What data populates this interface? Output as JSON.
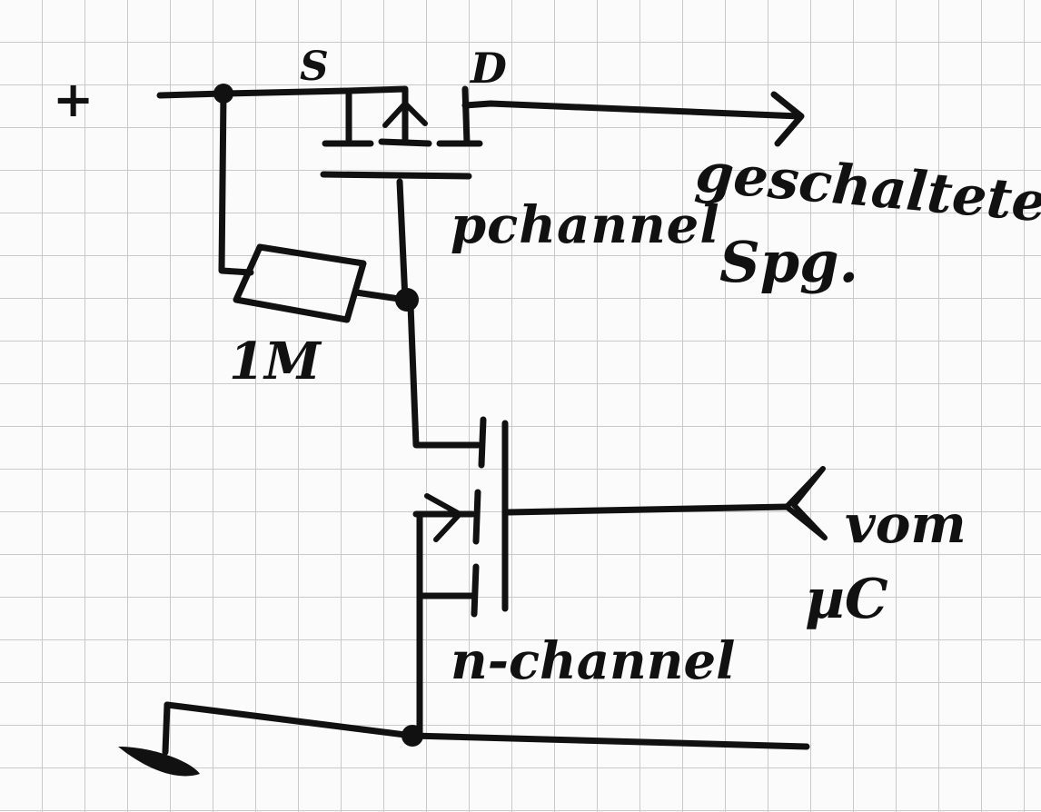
{
  "labels": {
    "plus": "+",
    "source": "S",
    "drain": "D",
    "pchannel": "pchannel",
    "switched_line1": "geschaltete",
    "switched_line2": "Spg.",
    "resistor": "1M",
    "from_line1": "vom",
    "from_line2": "µC",
    "nchannel": "n-channel"
  },
  "colors": {
    "ink": "#111111",
    "grid": "#c9c9c9",
    "paper": "#fbfbfb"
  },
  "symbols": {
    "p_mosfet": "p-channel-mosfet-symbol",
    "n_mosfet": "n-channel-mosfet-symbol",
    "resistor": "resistor-symbol",
    "ground": "ground-symbol",
    "output_arrow": "arrow-right-icon",
    "input_terminal": "input-terminal-icon"
  }
}
